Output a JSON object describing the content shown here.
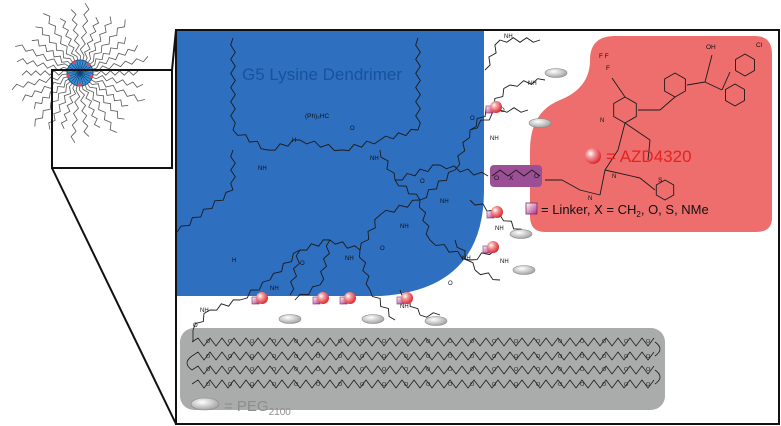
{
  "colors": {
    "dendrimer_region": "#2e6fbf",
    "drug_region": "#ee6e6e",
    "peg_region": "#a9acab",
    "linker_box": "#9b4f94",
    "drug_sphere": "#e8454a",
    "linker_square": "#c0479b",
    "drug_label": "#e42323",
    "peg_ellipse": "#bdbdbd"
  },
  "labels": {
    "dendrimer_title": "G5 Lysine Dendrimer",
    "drug_legend": "= AZD4320",
    "linker_legend_prefix": "= Linker, X = CH",
    "linker_legend_sub": "2",
    "linker_legend_suffix": ", O, S, NMe",
    "peg_legend_prefix": "= PEG",
    "peg_legend_sub": "2100"
  },
  "chem_atoms": {
    "core_group": "(Ph)₂HC",
    "cf3": "F   F",
    "cf3_f": "F",
    "cl": "Cl",
    "oh": "OH",
    "nh_label": "NH",
    "n_label": "N",
    "o_label": "O",
    "s_label": "S",
    "x_label": "X",
    "h_label": "H",
    "me_label": "O"
  }
}
